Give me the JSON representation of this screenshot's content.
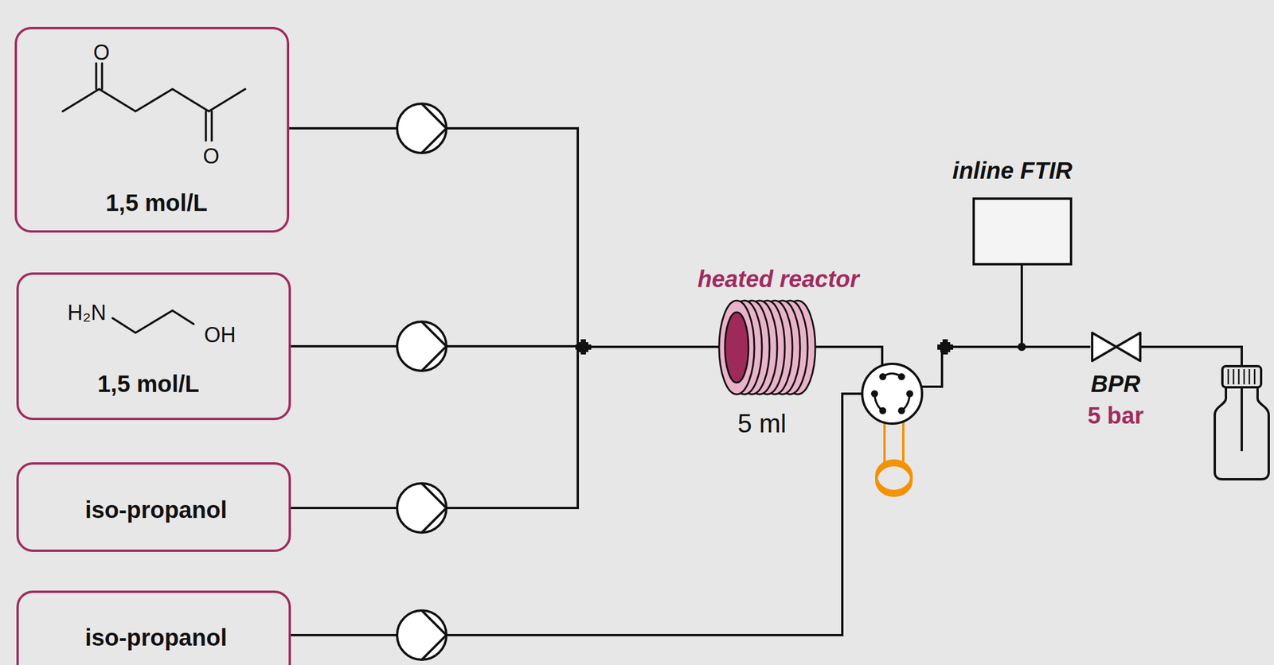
{
  "diagram": {
    "nodes": [
      {
        "text": [
          "O",
          "O",
          "1,5 mol/L"
        ]
      },
      {
        "text": [
          "H₂N",
          "OH",
          "1,5 mol/L"
        ]
      },
      {
        "text": [
          "iso-propanol"
        ]
      },
      {
        "text": [
          "iso-propanol"
        ]
      },
      {
        "text": [
          "heated reactor",
          "5 ml"
        ]
      },
      {
        "text": [
          "inline FTIR"
        ]
      },
      {
        "text": [
          "BPR",
          "5 bar"
        ]
      }
    ],
    "edges": [
      {
        "from": 0,
        "to": 4,
        "arrow": "none"
      },
      {
        "from": 1,
        "to": 4,
        "arrow": "none"
      },
      {
        "from": 2,
        "to": 4,
        "arrow": "none"
      },
      {
        "from": 4,
        "to": 5,
        "arrow": "none"
      },
      {
        "from": 3,
        "to": 5,
        "arrow": "none"
      },
      {
        "from": 5,
        "to": 6,
        "arrow": "none"
      }
    ]
  }
}
